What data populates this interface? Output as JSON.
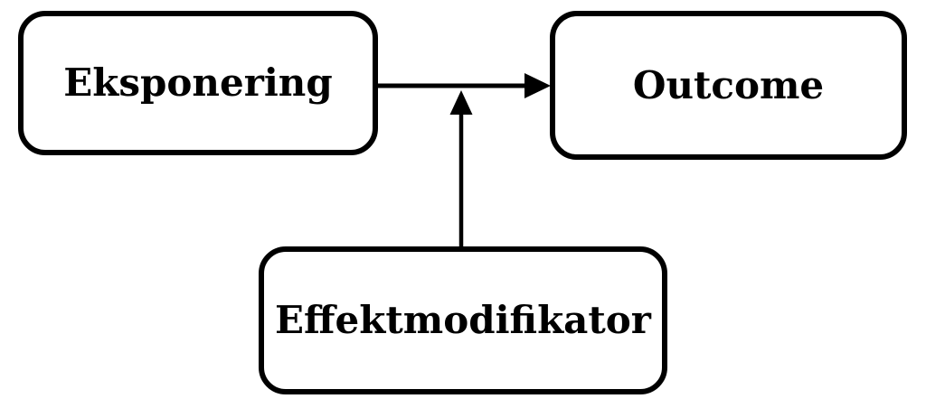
{
  "diagram": {
    "type": "causal-diagram",
    "nodes": [
      {
        "id": "eksponering",
        "label": "Eksponering"
      },
      {
        "id": "outcome",
        "label": "Outcome"
      },
      {
        "id": "effektmodifikator",
        "label": "Effektmodifikator"
      }
    ],
    "edges": [
      {
        "from": "eksponering",
        "to": "outcome",
        "style": "arrow"
      },
      {
        "from": "effektmodifikator",
        "to": "eksponering-outcome-arrow-midpoint",
        "style": "arrow"
      }
    ],
    "colors": {
      "stroke": "#000000",
      "text": "#000000",
      "node_fill": "#ffffff",
      "background": "#ffffff"
    }
  }
}
